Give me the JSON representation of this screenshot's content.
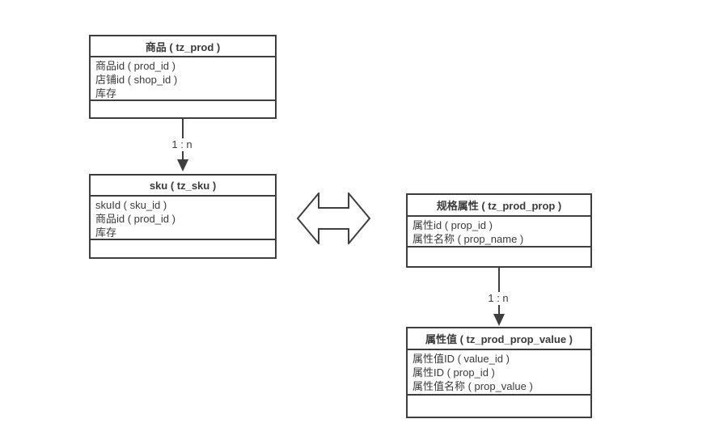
{
  "diagram": {
    "colors": {
      "border": "#3f3f3f",
      "text": "#3b3b3b",
      "background": "#ffffff"
    },
    "tables": [
      {
        "id": "prod",
        "title": "商品 ( tz_prod )",
        "fields": [
          "商品id ( prod_id )",
          "店铺id ( shop_id )",
          "库存"
        ]
      },
      {
        "id": "sku",
        "title": "sku ( tz_sku )",
        "fields": [
          "skuId ( sku_id )",
          "商品id ( prod_id )",
          "库存"
        ]
      },
      {
        "id": "prod_prop",
        "title": "规格属性 ( tz_prod_prop )",
        "fields": [
          "属性id ( prop_id )",
          "属性名称 ( prop_name )"
        ]
      },
      {
        "id": "prod_prop_value",
        "title": "属性值 ( tz_prod_prop_value )",
        "fields": [
          "属性值ID ( value_id )",
          "属性ID ( prop_id )",
          "属性值名称 ( prop_value )"
        ]
      }
    ],
    "connectors": [
      {
        "id": "prod-to-sku",
        "label": "1 : n"
      },
      {
        "id": "prop-to-value",
        "label": "1 : n"
      }
    ]
  }
}
